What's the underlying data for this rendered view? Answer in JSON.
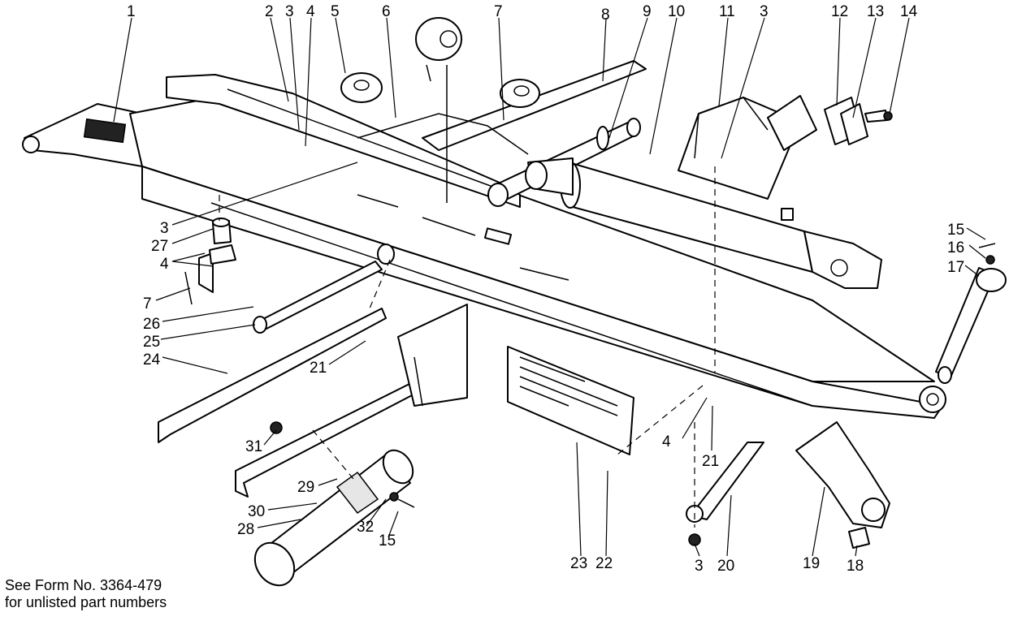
{
  "callouts": [
    {
      "id": "c1",
      "text": "1"
    },
    {
      "id": "c2",
      "text": "2"
    },
    {
      "id": "c3a",
      "text": "3"
    },
    {
      "id": "c4a",
      "text": "4"
    },
    {
      "id": "c5",
      "text": "5"
    },
    {
      "id": "c6",
      "text": "6"
    },
    {
      "id": "c7a",
      "text": "7"
    },
    {
      "id": "c8",
      "text": "8"
    },
    {
      "id": "c9",
      "text": "9"
    },
    {
      "id": "c10",
      "text": "10"
    },
    {
      "id": "c11",
      "text": "11"
    },
    {
      "id": "c3b",
      "text": "3"
    },
    {
      "id": "c12",
      "text": "12"
    },
    {
      "id": "c13",
      "text": "13"
    },
    {
      "id": "c14",
      "text": "14"
    },
    {
      "id": "c3c",
      "text": "3"
    },
    {
      "id": "c27",
      "text": "27"
    },
    {
      "id": "c4b",
      "text": "4"
    },
    {
      "id": "c7b",
      "text": "7"
    },
    {
      "id": "c26",
      "text": "26"
    },
    {
      "id": "c25",
      "text": "25"
    },
    {
      "id": "c24",
      "text": "24"
    },
    {
      "id": "c21a",
      "text": "21"
    },
    {
      "id": "c15a",
      "text": "15"
    },
    {
      "id": "c16",
      "text": "16"
    },
    {
      "id": "c17",
      "text": "17"
    },
    {
      "id": "c4c",
      "text": "4"
    },
    {
      "id": "c21b",
      "text": "21"
    },
    {
      "id": "c31",
      "text": "31"
    },
    {
      "id": "c29",
      "text": "29"
    },
    {
      "id": "c30",
      "text": "30"
    },
    {
      "id": "c28",
      "text": "28"
    },
    {
      "id": "c32",
      "text": "32"
    },
    {
      "id": "c15b",
      "text": "15"
    },
    {
      "id": "c23",
      "text": "23"
    },
    {
      "id": "c22",
      "text": "22"
    },
    {
      "id": "c3d",
      "text": "3"
    },
    {
      "id": "c20",
      "text": "20"
    },
    {
      "id": "c19",
      "text": "19"
    },
    {
      "id": "c18",
      "text": "18"
    }
  ],
  "footnote": {
    "line1": "See Form No. 3364-479",
    "line2": "for unlisted part numbers"
  }
}
